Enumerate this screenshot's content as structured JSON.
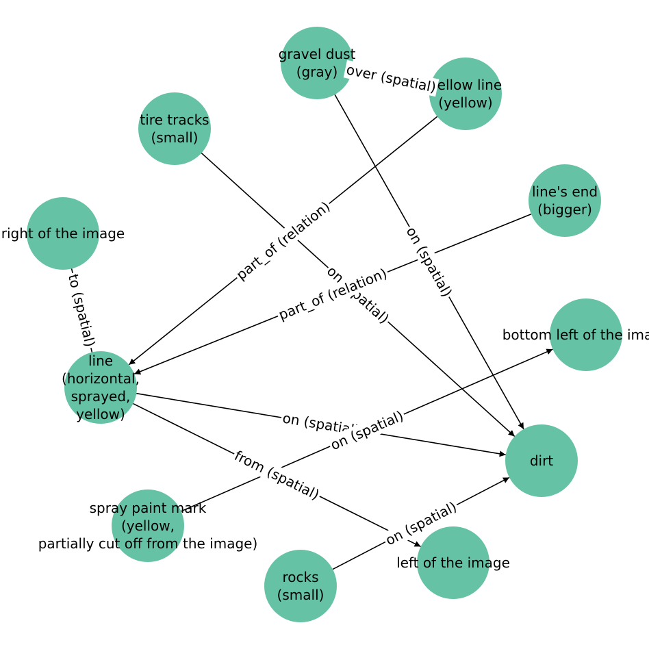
{
  "colors": {
    "node_fill": "#66c2a5",
    "edge": "#000000",
    "label_bg": "#ffffff"
  },
  "nodes": [
    {
      "id": "gravel",
      "lines": [
        "gravel dust",
        "(gray)"
      ]
    },
    {
      "id": "yellowline",
      "lines": [
        "yellow line",
        "(yellow)"
      ]
    },
    {
      "id": "tire",
      "lines": [
        "tire tracks",
        "(small)"
      ]
    },
    {
      "id": "lineend",
      "lines": [
        "line's end",
        "(bigger)"
      ]
    },
    {
      "id": "right",
      "lines": [
        "right of the image"
      ]
    },
    {
      "id": "bottomleft",
      "lines": [
        "bottom left of the image"
      ]
    },
    {
      "id": "line",
      "lines": [
        "line",
        "(horizontal,",
        "sprayed,",
        "yellow)"
      ]
    },
    {
      "id": "dirt",
      "lines": [
        "dirt"
      ]
    },
    {
      "id": "spray",
      "lines": [
        "spray paint mark",
        "(yellow,",
        "partially cut off from the image)"
      ]
    },
    {
      "id": "leftimg",
      "lines": [
        "left of the image"
      ]
    },
    {
      "id": "rocks",
      "lines": [
        "rocks",
        "(small)"
      ]
    }
  ],
  "edges": [
    {
      "from": "gravel",
      "to": "yellowline",
      "label": "over (spatial)",
      "arrow": false
    },
    {
      "from": "gravel",
      "to": "dirt",
      "label": "on (spatial)",
      "arrow": true
    },
    {
      "from": "yellowline",
      "to": "line",
      "label": "part_of (relation)",
      "arrow": true
    },
    {
      "from": "tire",
      "to": "dirt",
      "label": "on (spatial)",
      "arrow": true
    },
    {
      "from": "lineend",
      "to": "line",
      "label": "part_of (relation)",
      "arrow": true
    },
    {
      "from": "right",
      "to": "line",
      "label": "to (spatial)",
      "arrow": false
    },
    {
      "from": "line",
      "to": "dirt",
      "label": "on (spatial)",
      "arrow": true
    },
    {
      "from": "line",
      "to": "leftimg",
      "label": "from (spatial)",
      "arrow": true
    },
    {
      "from": "spray",
      "to": "bottomleft",
      "label": "on (spatial)",
      "arrow": true
    },
    {
      "from": "rocks",
      "to": "dirt",
      "label": "on (spatial)",
      "arrow": true
    }
  ]
}
